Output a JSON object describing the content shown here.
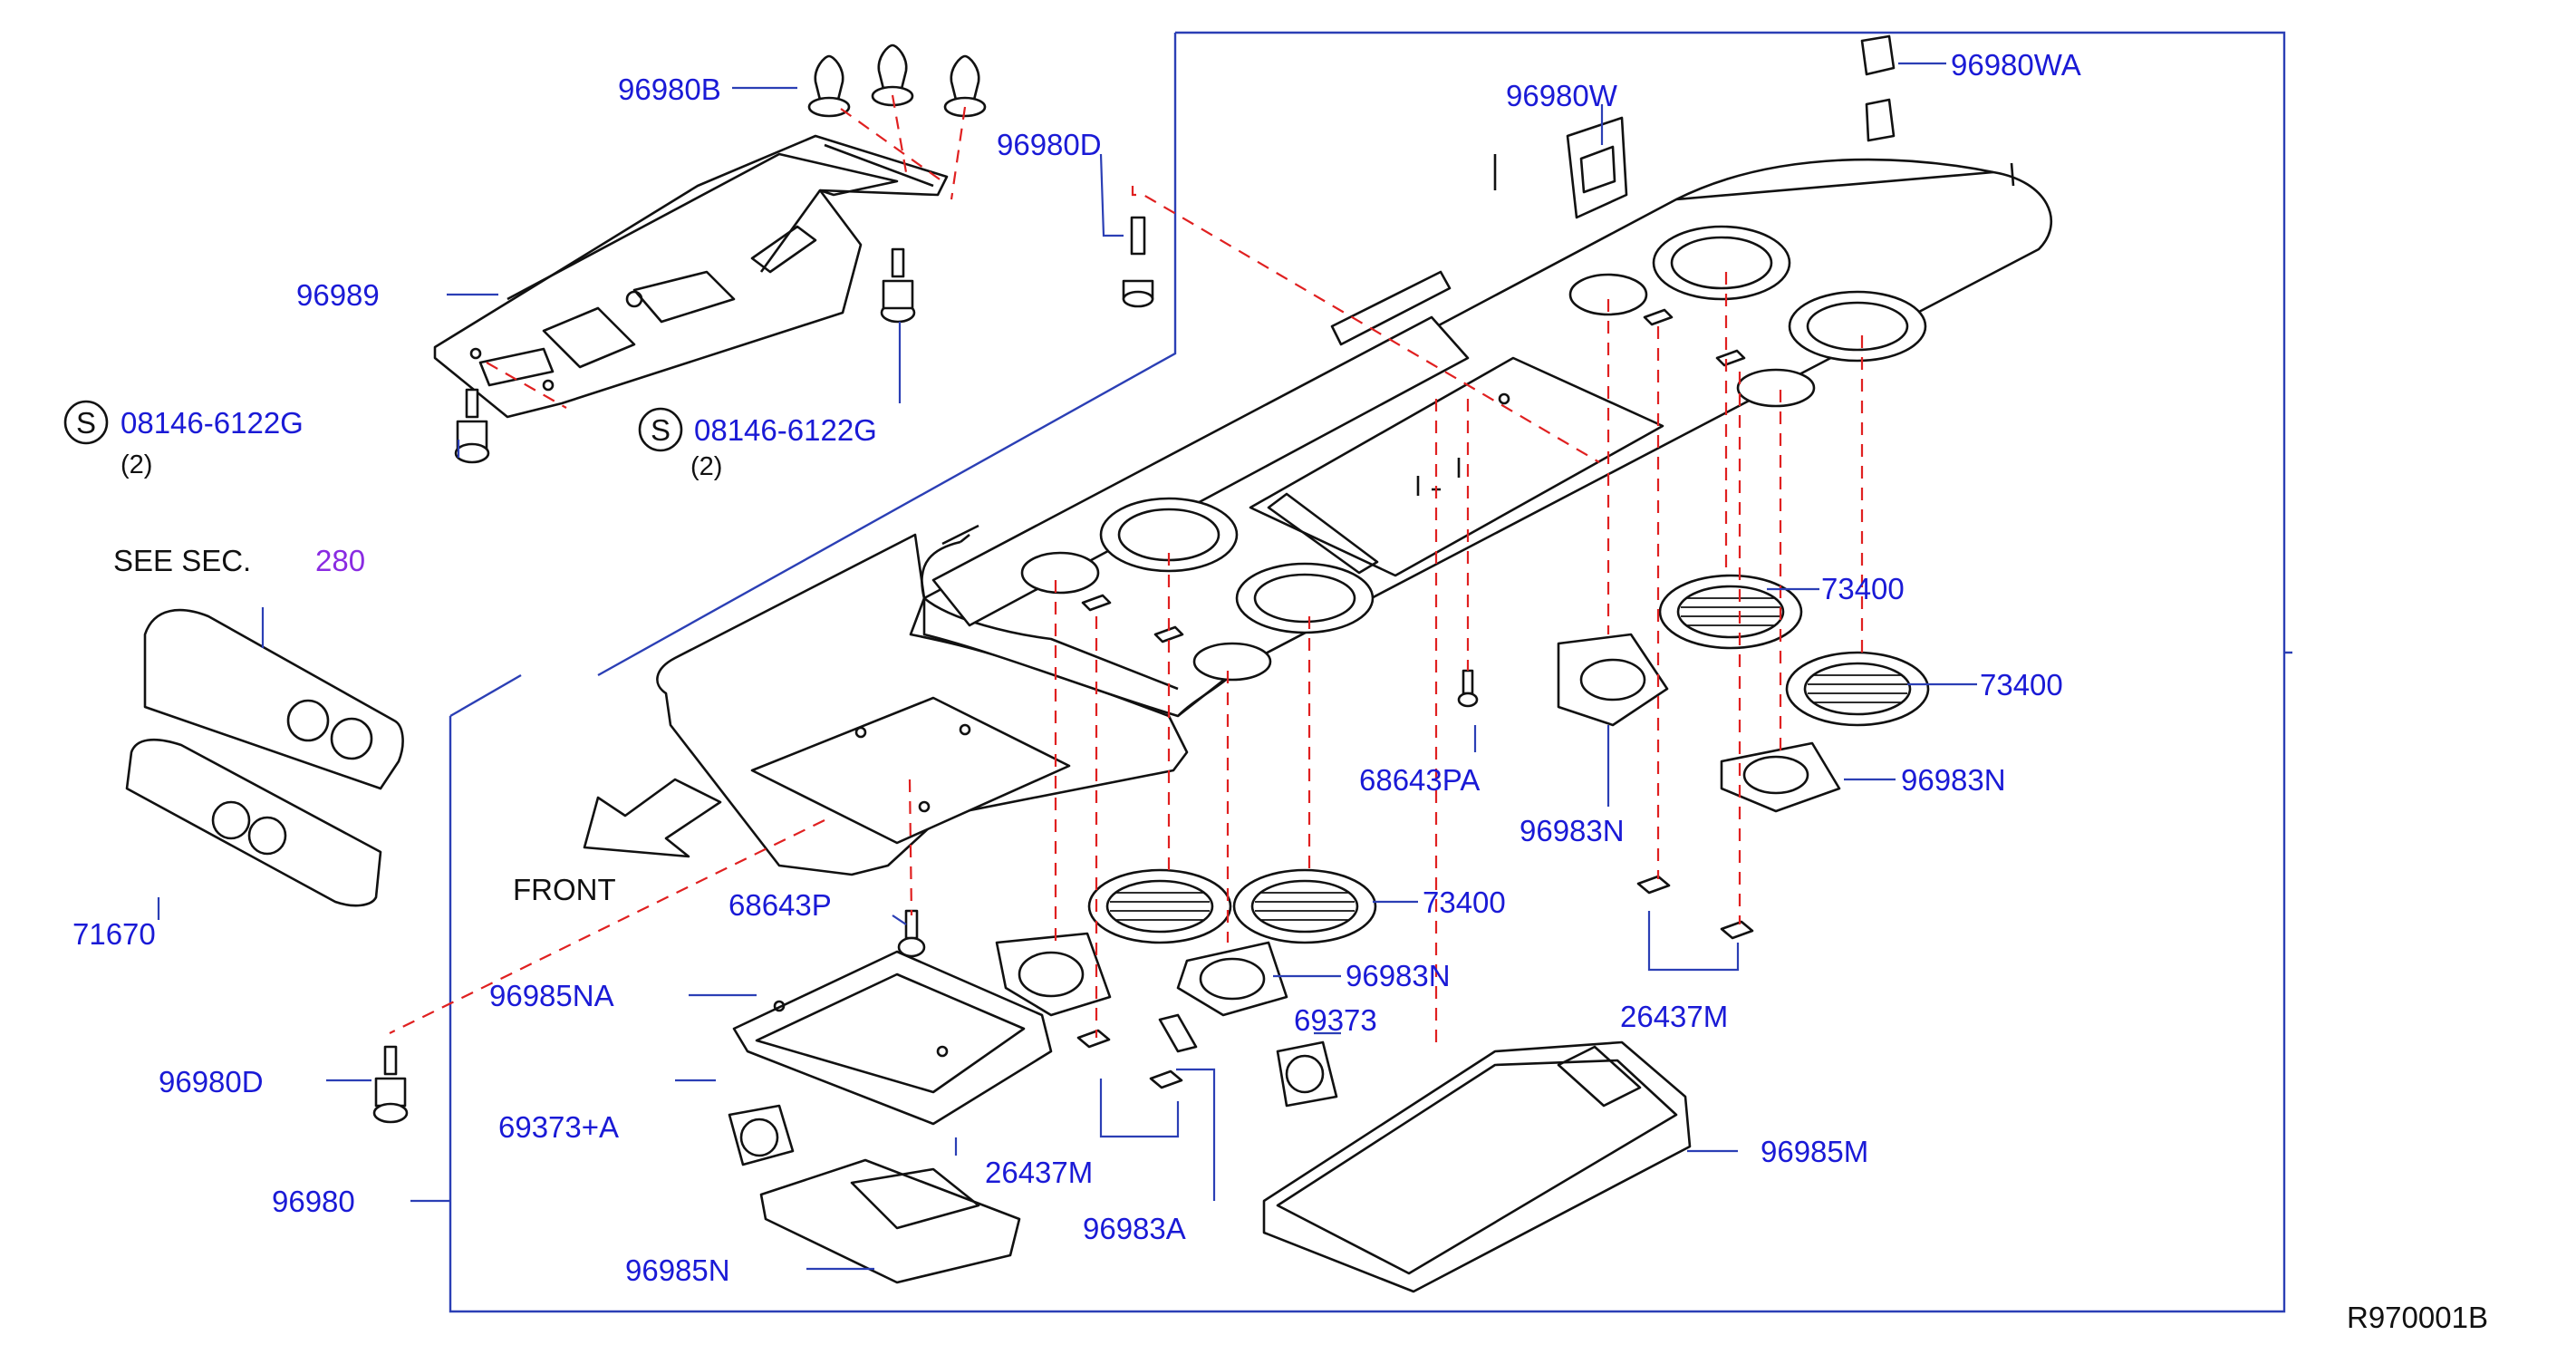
{
  "diagram": {
    "ref_code": "R970001B",
    "see_section": {
      "prefix": "SEE  SEC.",
      "number": "280"
    },
    "direction_label": "FRONT",
    "parts": [
      {
        "id": "p-96980B",
        "label": "96980B"
      },
      {
        "id": "p-96980D-top",
        "label": "96980D"
      },
      {
        "id": "p-96989",
        "label": "96989"
      },
      {
        "id": "p-screw-left",
        "label": "08146-6122G",
        "marker": "S",
        "qty": "(2)"
      },
      {
        "id": "p-screw-mid",
        "label": "08146-6122G",
        "marker": "S",
        "qty": "(2)"
      },
      {
        "id": "p-96980W",
        "label": "96980W"
      },
      {
        "id": "p-96980WA",
        "label": "96980WA"
      },
      {
        "id": "p-73400-a",
        "label": "73400"
      },
      {
        "id": "p-73400-b",
        "label": "73400"
      },
      {
        "id": "p-73400-c",
        "label": "73400"
      },
      {
        "id": "p-68643PA",
        "label": "68643PA"
      },
      {
        "id": "p-96983N-a",
        "label": "96983N"
      },
      {
        "id": "p-96983N-b",
        "label": "96983N"
      },
      {
        "id": "p-96983N-c",
        "label": "96983N"
      },
      {
        "id": "p-71670",
        "label": "71670"
      },
      {
        "id": "p-68643P",
        "label": "68643P"
      },
      {
        "id": "p-96985NA",
        "label": "96985NA"
      },
      {
        "id": "p-96980D-bot",
        "label": "96980D"
      },
      {
        "id": "p-69373A",
        "label": "69373+A"
      },
      {
        "id": "p-96980",
        "label": "96980"
      },
      {
        "id": "p-96985N",
        "label": "96985N"
      },
      {
        "id": "p-26437M-a",
        "label": "26437M"
      },
      {
        "id": "p-26437M-b",
        "label": "26437M"
      },
      {
        "id": "p-96983A",
        "label": "96983A"
      },
      {
        "id": "p-69373",
        "label": "69373"
      },
      {
        "id": "p-96985M",
        "label": "96985M"
      }
    ]
  }
}
